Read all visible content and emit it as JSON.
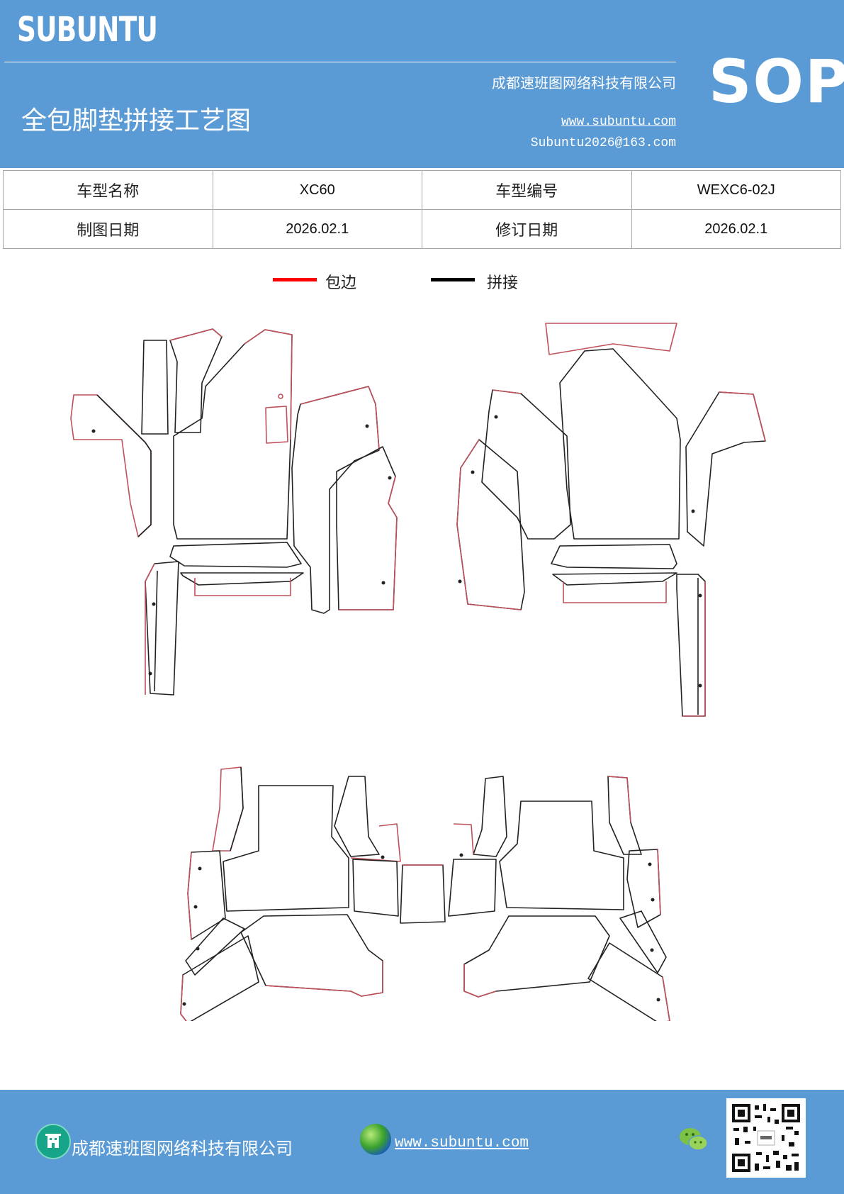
{
  "header": {
    "brand": "SUBUNTU",
    "company": "成都速班图网络科技有限公司",
    "title": "全包脚垫拼接工艺图",
    "website": "www.subuntu.com",
    "email": "Subuntu2026@163.com",
    "badge": "SOP"
  },
  "info_table": {
    "row1": {
      "label1": "车型名称",
      "value1": "XC60",
      "label2": "车型编号",
      "value2": "WEXC6-02J"
    },
    "row2": {
      "label1": "制图日期",
      "value1": "2026.02.1",
      "label2": "修订日期",
      "value2": "2026.02.1"
    }
  },
  "legend": {
    "items": [
      {
        "label": "包边",
        "color": "#ff0000"
      },
      {
        "label": "拼接",
        "color": "#000000"
      }
    ]
  },
  "colors": {
    "accent": "#5b9bd5",
    "edge": "#c0505a",
    "seam": "#222222"
  },
  "footer": {
    "company": "成都速班图网络科技有限公司",
    "website": "www.subuntu.com",
    "icons": [
      "building-icon",
      "globe-icon",
      "wechat-icon",
      "qr-code"
    ]
  }
}
